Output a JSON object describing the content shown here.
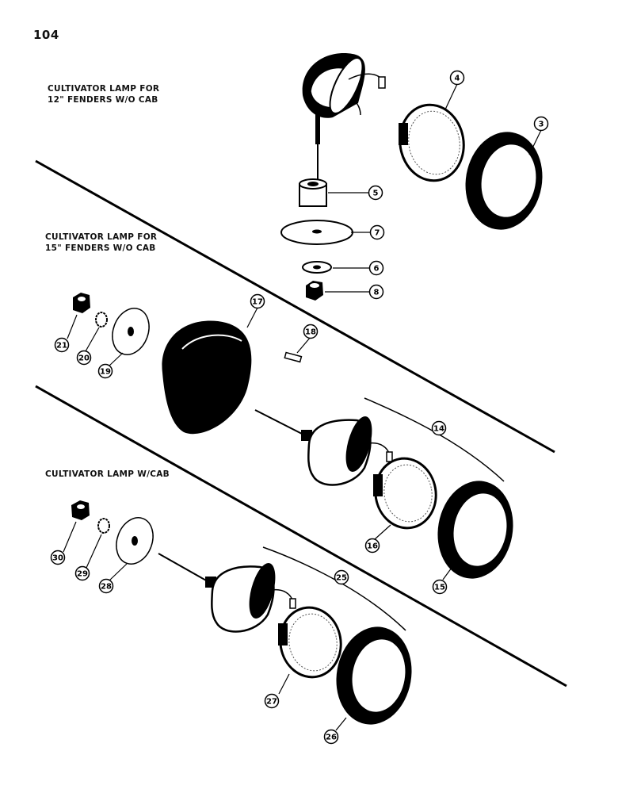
{
  "page": {
    "number": "104"
  },
  "sections": [
    {
      "id": "cab-12",
      "lines": [
        "CULTIVATOR LAMP FOR",
        "12\" FENDERS W/O CAB"
      ]
    },
    {
      "id": "cab-15",
      "lines": [
        "CULTIVATOR LAMP FOR",
        "15\" FENDERS W/O CAB"
      ]
    },
    {
      "id": "with-cab",
      "lines": [
        "CULTIVATOR LAMP W/CAB"
      ]
    }
  ],
  "callouts": [
    "4",
    "3",
    "5",
    "7",
    "6",
    "8",
    "17",
    "18",
    "21",
    "20",
    "19",
    "14",
    "16",
    "15",
    "30",
    "29",
    "28",
    "25",
    "27",
    "26"
  ],
  "colors": {
    "ink": "#000000",
    "paper": "#ffffff"
  }
}
